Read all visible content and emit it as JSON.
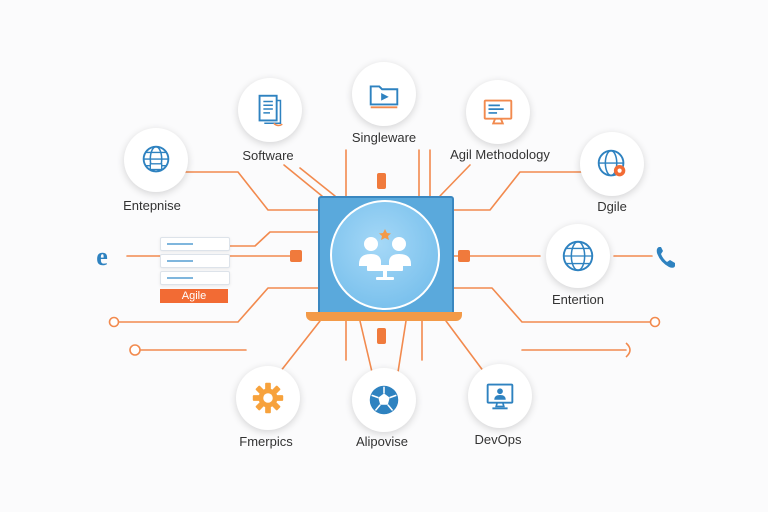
{
  "diagram": {
    "center": {
      "icon": "team-meeting-icon",
      "colors": {
        "screen": "#5aa9dc",
        "circle": "#8cc9ef",
        "base": "#f39a48"
      }
    },
    "nodes": [
      {
        "id": "software",
        "label": "Software",
        "icon": "document-icon"
      },
      {
        "id": "singleware",
        "label": "Singleware",
        "icon": "video-folder-icon"
      },
      {
        "id": "agile-methodology",
        "label": "Agil Methodology",
        "icon": "monitor-chart-icon"
      },
      {
        "id": "enterprise",
        "label": "Entepnise",
        "icon": "globe-icon"
      },
      {
        "id": "dgile",
        "label": "Dgile",
        "icon": "globe-gear-icon"
      },
      {
        "id": "entertion",
        "label": "Entertion",
        "icon": "globe-icon"
      },
      {
        "id": "fmerpics",
        "label": "Fmerpics",
        "icon": "gear-icon"
      },
      {
        "id": "alipovise",
        "label": "Alipovise",
        "icon": "soccer-ball-icon"
      },
      {
        "id": "devops",
        "label": "DevOps",
        "icon": "computer-icon"
      }
    ],
    "side_icons": {
      "left": "e-letter-icon",
      "right": "phone-icon"
    },
    "panel": {
      "bar_label": "Agile"
    },
    "colors": {
      "wire": "#f28a4e",
      "accent": "#f26b34",
      "icon_blue": "#2e82c0"
    }
  }
}
